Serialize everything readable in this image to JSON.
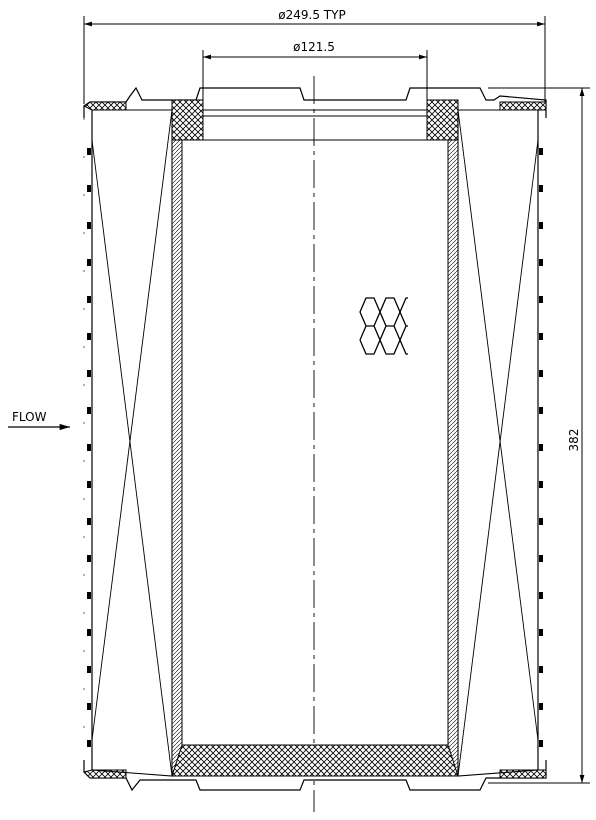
{
  "dimensions": {
    "outer_diameter": "ø249.5 TYP",
    "inner_diameter": "ø121.5",
    "height": "382"
  },
  "labels": {
    "flow": "FLOW"
  },
  "colors": {
    "line": "#000000",
    "background": "#ffffff"
  }
}
